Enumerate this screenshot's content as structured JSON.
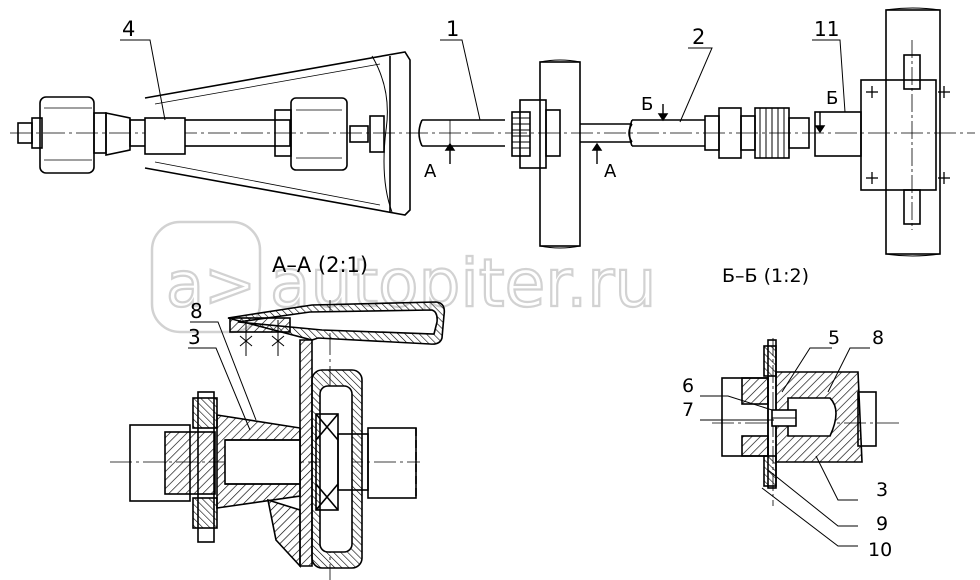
{
  "watermark": {
    "badge": "a>",
    "text": "autopiter.ru"
  },
  "section_titles": {
    "a_a": "А–А (2:1)",
    "b_b": "Б–Б (1:2)"
  },
  "cut_marks": {
    "a": "А",
    "b": "Б"
  },
  "callouts": {
    "n1": "1",
    "n2": "2",
    "n3": "3",
    "n4": "4",
    "n5": "5",
    "n6": "6",
    "n7": "7",
    "n8": "8",
    "n9": "9",
    "n10": "10",
    "n11": "11"
  }
}
